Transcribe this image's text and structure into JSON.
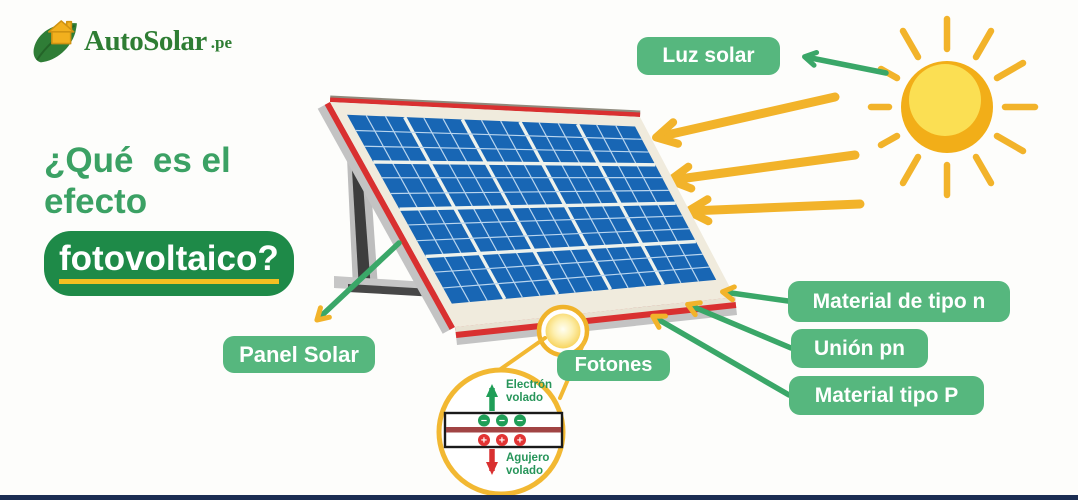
{
  "logo": {
    "brand": "AutoSolar",
    "tld": ".pe",
    "icon": "leaf-house-icon"
  },
  "title": {
    "line1": "¿Qué  es el",
    "line2": "efecto",
    "highlight": "fotovoltaico?"
  },
  "callouts": {
    "luz_solar": "Luz solar",
    "panel_solar": "Panel Solar",
    "fotones": "Fotones",
    "material_n": "Material de tipo n",
    "union_pn": "Unión pn",
    "material_p": "Material tipo P"
  },
  "inset": {
    "electron": "Electrón\nvolado",
    "agujero": "Agujero\nvolado",
    "minus": "−",
    "plus": "+"
  },
  "colors": {
    "pill_green": "#56b77e",
    "dark_green": "#1e8a48",
    "title_green": "#3ba164",
    "logo_green": "#2e7d33",
    "yellow": "#f2b32a",
    "underline_yellow": "#f2c021",
    "panel_blue": "#1866b4",
    "red": "#d93030",
    "navy_bar": "#1b2d52"
  }
}
